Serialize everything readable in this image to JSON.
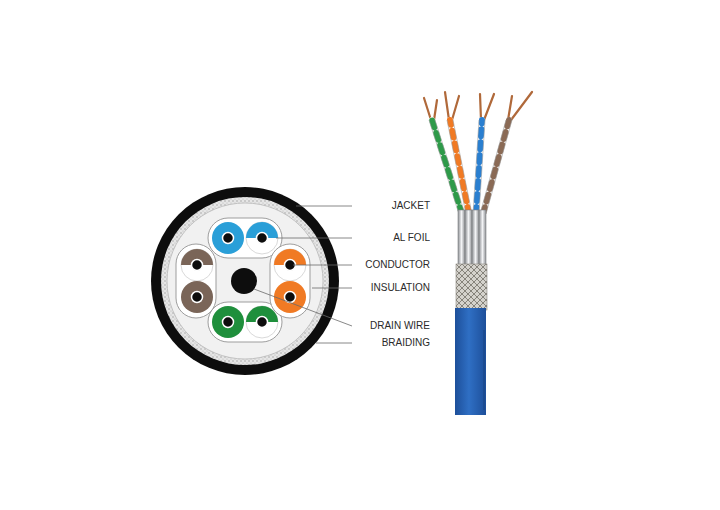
{
  "diagram": {
    "labels": [
      "JACKET",
      "AL FOIL",
      "CONDUCTOR",
      "INSULATION",
      "DRAIN WIRE",
      "BRAIDING"
    ]
  }
}
